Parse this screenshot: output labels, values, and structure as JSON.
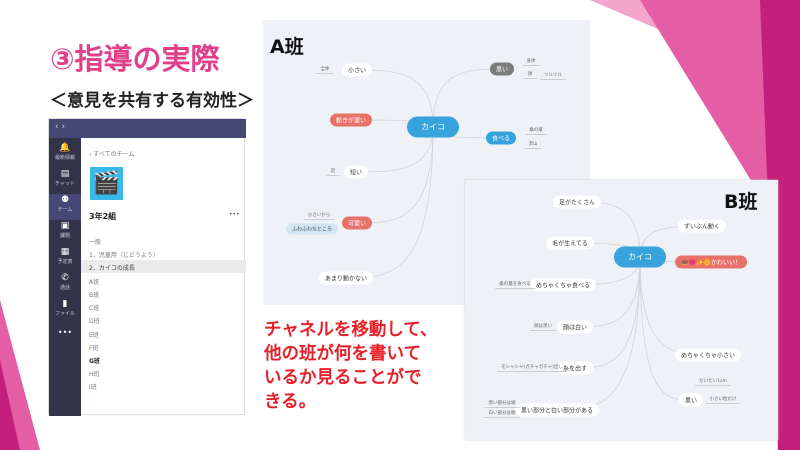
{
  "slide": {
    "title": "③指導の実際",
    "subtitle": "＜意見を共有する有効性＞",
    "note": "チャネルを移動して、他の班が何を書いているか見ることができる。",
    "note_lines": [
      "チャネルを移動して、",
      "他の班が何を書いて",
      "いるか見ることがで",
      "きる。"
    ],
    "accent": "#e0408a",
    "note_color": "#e8202a"
  },
  "teams": {
    "nav": "‹  ›",
    "rail": [
      "最新情報",
      "チャット",
      "チーム",
      "課題",
      "予定表",
      "通話",
      "ファイル",
      "•••"
    ],
    "back": "‹  すべてのチーム",
    "team_name": "3年2組",
    "more": "•••",
    "channels": [
      "一般",
      "1．児童用（じどうよう）",
      "2．カイコの成長",
      "A班",
      "B班",
      "C班",
      "D班",
      "E班",
      "F班",
      "G班",
      "H班",
      "I班"
    ],
    "selected_channel": "2．カイコの成長",
    "header_color": "#464775"
  },
  "map_a": {
    "label": "A班",
    "center": "カイコ",
    "nodes": [
      "小さい",
      "動きが遅い",
      "短い",
      "可愛い",
      "あまり動かない",
      "黒い",
      "食べる"
    ],
    "subs": [
      "全体",
      "足",
      "小さいから",
      "ふわふわなところ",
      "身体",
      "顔",
      "ツルツル",
      "桑の葉",
      "沢山"
    ]
  },
  "map_b": {
    "label": "B班",
    "center": "カイコ",
    "nodes": [
      "足がたくさん",
      "毛が生えてる",
      "めちゃくちゃ食べる",
      "顔は白い",
      "糸を出す",
      "黒い部分と白い部分がある",
      "ずいぶん動く",
      "🍩💗✨🌼かわいい！",
      "めちゃくちゃ小さい",
      "黒い"
    ],
    "subs": [
      "桑の葉を食べる",
      "顔は黒い",
      "モシャシャ(ガチャガチャ)出し",
      "黒い部分は頭",
      "白い部分は胴",
      "だいたい1cm",
      "小さい粒だけ"
    ]
  }
}
